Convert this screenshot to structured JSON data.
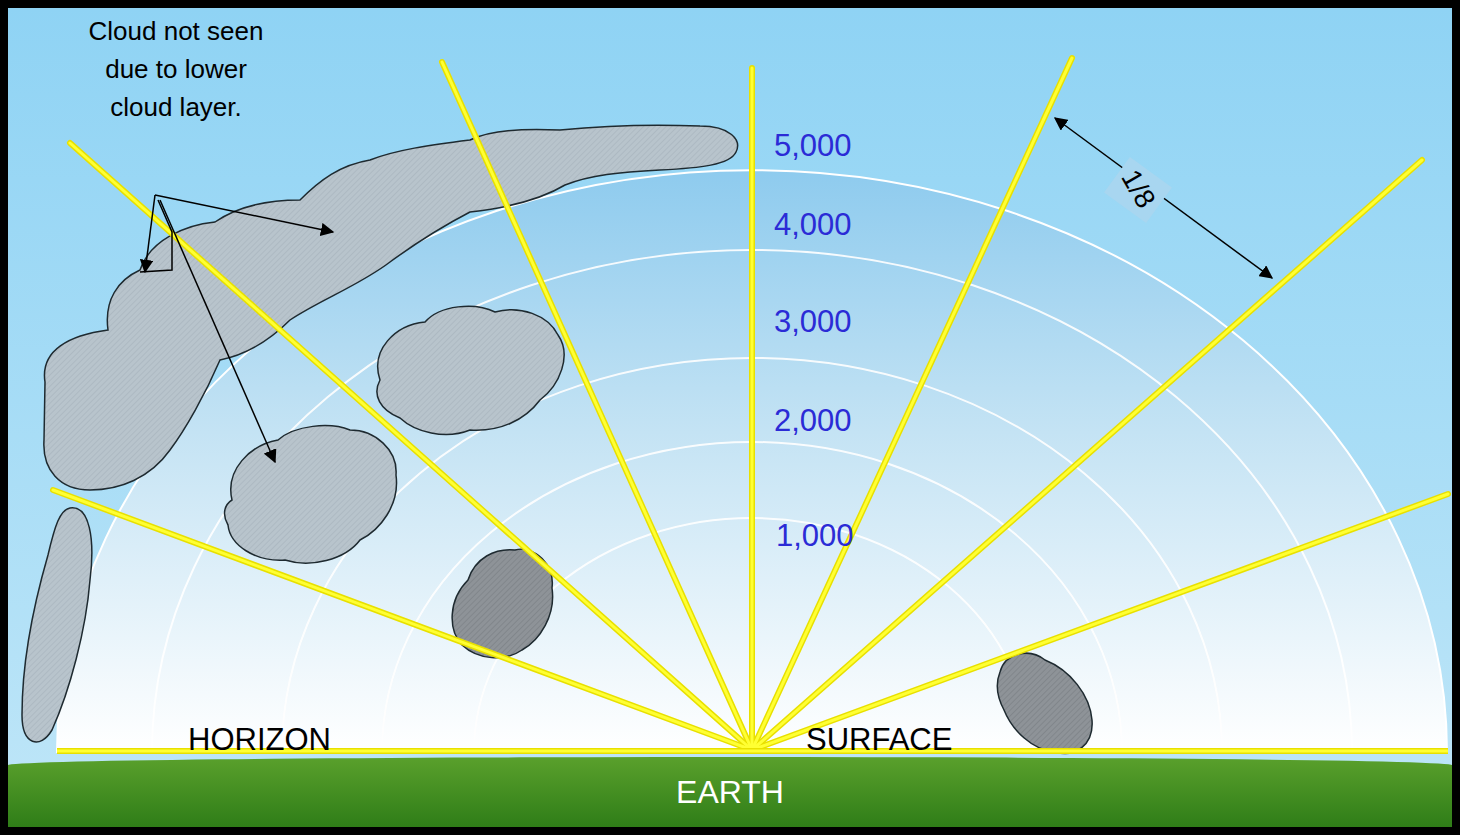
{
  "diagram": {
    "nodes": [
      {
        "text": [
          "EARTH"
        ]
      }
    ],
    "labels": [
      "Cloud not seen due to lower cloud layer.",
      "5,000",
      "4,000",
      "3,000",
      "2,000",
      "1,000",
      "1/8",
      "HORIZON",
      "SURFACE"
    ]
  }
}
